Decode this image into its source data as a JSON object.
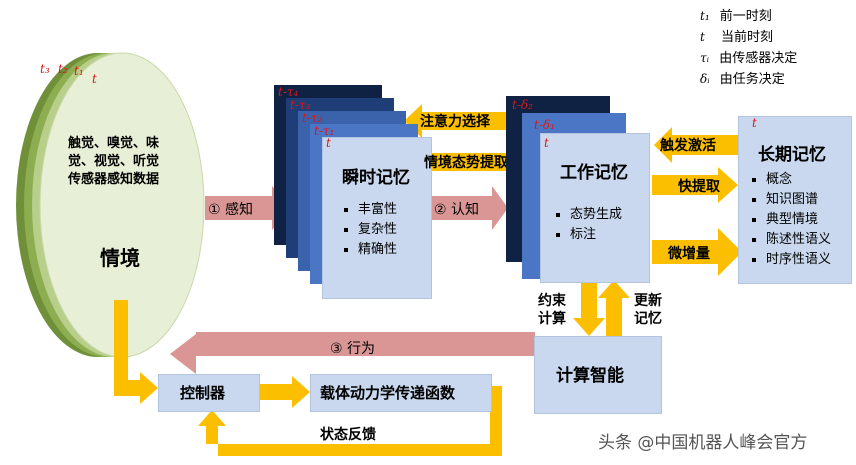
{
  "legend": {
    "t1": {
      "sym": "t₁",
      "text": "前一时刻"
    },
    "t": {
      "sym": "t",
      "text": "当前时刻"
    },
    "tau": {
      "sym": "τᵢ",
      "text": "由传感器决定"
    },
    "delta": {
      "sym": "δᵢ",
      "text": "由任务决定"
    }
  },
  "context": {
    "times": [
      "t₃",
      "t₂",
      "t₁",
      "t"
    ],
    "text_lines": [
      "触觉、嗅觉、味",
      "觉、视觉、听觉",
      "传感器感知数据"
    ],
    "title": "情境"
  },
  "arrows": {
    "perception": "① 感知",
    "cognition": "② 认知",
    "behavior": "③ 行为",
    "attention": "注意力选择",
    "situation": "情境态势提取",
    "trigger": "触发激活",
    "fast": "快提取",
    "incr": "微增量",
    "constraint_1": "约束",
    "constraint_2": "计算",
    "update_1": "更新",
    "update_2": "记忆",
    "feedback": "状态反馈"
  },
  "sensory": {
    "stack_labels": [
      "t-τ₄",
      "t-τ₃",
      "t-τ₂",
      "t-τ₁",
      "t"
    ],
    "title": "瞬时记忆",
    "items": [
      "丰富性",
      "复杂性",
      "精确性"
    ]
  },
  "working": {
    "stack_labels": [
      "t-δ₂",
      "t-δ₁",
      "t"
    ],
    "title": "工作记忆",
    "items": [
      "态势生成",
      "标注"
    ]
  },
  "longterm": {
    "time": "t",
    "title": "长期记忆",
    "items": [
      "概念",
      "知识图谱",
      "典型情境",
      "陈述性语义",
      "时序性语义"
    ]
  },
  "compute": {
    "title": "计算智能"
  },
  "controller": {
    "title": "控制器"
  },
  "dynamics": {
    "title": "载体动力学传递函数"
  },
  "watermark": "头条 @中国机器人峰会官方",
  "colors": {
    "yellow": "#fcbf00",
    "pink": "#d99694",
    "navy": "#0f2244",
    "blue": "#4a76c5",
    "lightblue": "#c9d8ee",
    "green": "#8cae50"
  }
}
